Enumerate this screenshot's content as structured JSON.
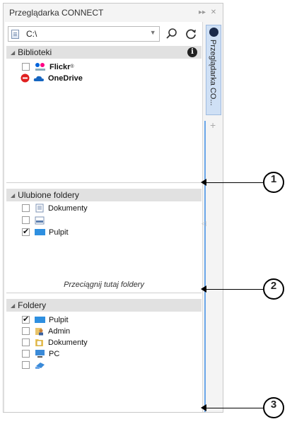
{
  "window": {
    "title": "Przeglądarka CONNECT",
    "pin_glyph": "▸▸",
    "close_glyph": "✕"
  },
  "pathbar": {
    "value": "C:\\",
    "dropdown_glyph": "▼"
  },
  "sections": {
    "libraries": {
      "title": "Biblioteki",
      "items": [
        {
          "label": "Flickr",
          "sup": "®",
          "checked": false
        },
        {
          "label": "OneDrive",
          "checked": false
        }
      ]
    },
    "favorites": {
      "title": "Ulubione foldery",
      "items": [
        {
          "label": "Dokumenty",
          "checked": false
        },
        {
          "label": "",
          "checked": false
        },
        {
          "label": "Pulpit",
          "checked": true
        }
      ],
      "hint": "Przeciągnij tutaj foldery"
    },
    "folders": {
      "title": "Foldery",
      "items": [
        {
          "label": "Pulpit",
          "checked": true
        },
        {
          "label": "Admin",
          "checked": false
        },
        {
          "label": "Dokumenty",
          "checked": false
        },
        {
          "label": "PC",
          "checked": false
        },
        {
          "label": "",
          "checked": false
        }
      ]
    }
  },
  "vertical_tab": {
    "label": "Przeglądarka CO...",
    "plus": "+"
  },
  "callouts": [
    "1",
    "2",
    "3"
  ],
  "colors": {
    "accent": "#6aa6e8",
    "header_bg": "#e1e1e1",
    "tab_bg": "#cfe0f5",
    "no_entry_red": "#e02020",
    "folder_blue": "#2e8fe0"
  },
  "icons": [
    "file-icon",
    "search-icon",
    "refresh-icon",
    "info-icon",
    "flickr-icon",
    "no-entry-icon",
    "onedrive-icon",
    "folder-icon",
    "user-icon",
    "pc-icon",
    "connect-icon"
  ]
}
